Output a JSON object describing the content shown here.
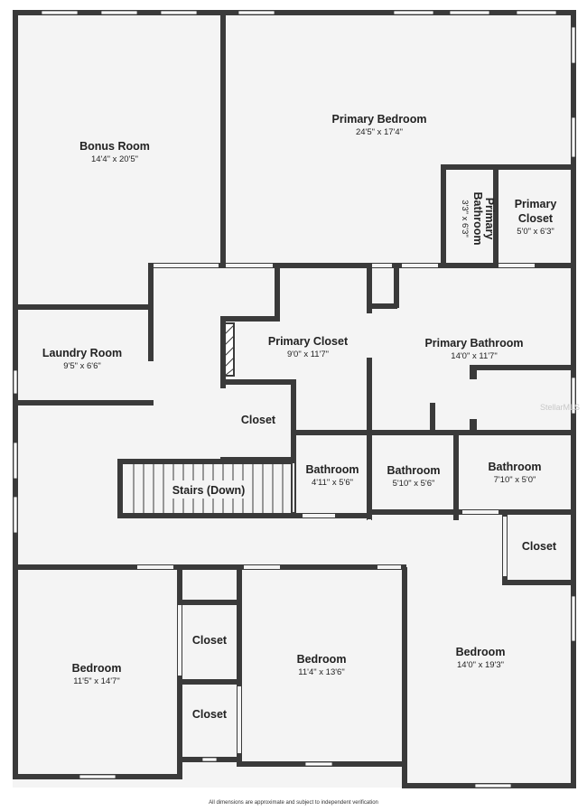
{
  "rooms": {
    "bonus_room": {
      "name": "Bonus Room",
      "dims": "14'4\" x 20'5\""
    },
    "primary_bedroom": {
      "name": "Primary Bedroom",
      "dims": "24'5\" x 17'4\""
    },
    "primary_bathroom_small": {
      "name_line1": "Primary",
      "name_line2": "Bathroom",
      "dims": "3'3\" x 6'3\""
    },
    "primary_closet_small": {
      "name_line1": "Primary",
      "name_line2": "Closet",
      "dims": "5'0\" x 6'3\""
    },
    "laundry_room": {
      "name": "Laundry Room",
      "dims": "9'5\" x 6'6\""
    },
    "primary_closet": {
      "name": "Primary Closet",
      "dims": "9'0\" x 11'7\""
    },
    "primary_bathroom": {
      "name": "Primary Bathroom",
      "dims": "14'0\" x 11'7\""
    },
    "closet_hall": {
      "name": "Closet"
    },
    "stairs": {
      "name": "Stairs (Down)"
    },
    "bathroom_1": {
      "name": "Bathroom",
      "dims": "4'11\" x 5'6\""
    },
    "bathroom_2": {
      "name": "Bathroom",
      "dims": "5'10\" x 5'6\""
    },
    "bathroom_3": {
      "name": "Bathroom",
      "dims": "7'10\" x 5'0\""
    },
    "closet_right": {
      "name": "Closet"
    },
    "bedroom_left": {
      "name": "Bedroom",
      "dims": "11'5\" x 14'7\""
    },
    "closet_mid_top": {
      "name": "Closet"
    },
    "closet_mid_bottom": {
      "name": "Closet"
    },
    "bedroom_mid": {
      "name": "Bedroom",
      "dims": "11'4\" x 13'6\""
    },
    "bedroom_right": {
      "name": "Bedroom",
      "dims": "14'0\" x 19'3\""
    }
  },
  "watermark": "StellarMLS",
  "footnote": "All dimensions are approximate and subject to independent verification",
  "colors": {
    "wall": "#3a3a3a",
    "floor": "#f4f4f4",
    "background": "#ffffff"
  }
}
